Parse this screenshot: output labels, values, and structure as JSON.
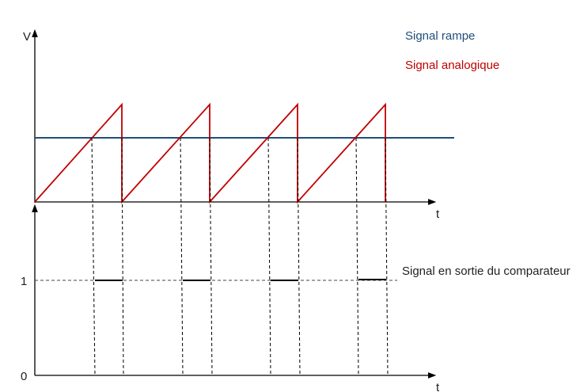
{
  "axes": {
    "top_y_label": "V",
    "top_x_label": "t",
    "bottom_x_label": "t",
    "bottom_tick_high": "1",
    "bottom_tick_low": "0"
  },
  "legend": {
    "ramp_label": "Signal rampe",
    "analog_label": "Signal analogique",
    "output_label": "Signal en sortie du comparateur"
  },
  "colors": {
    "ramp": "#c00000",
    "analog": "#1f4e79",
    "axis": "#000000"
  }
}
